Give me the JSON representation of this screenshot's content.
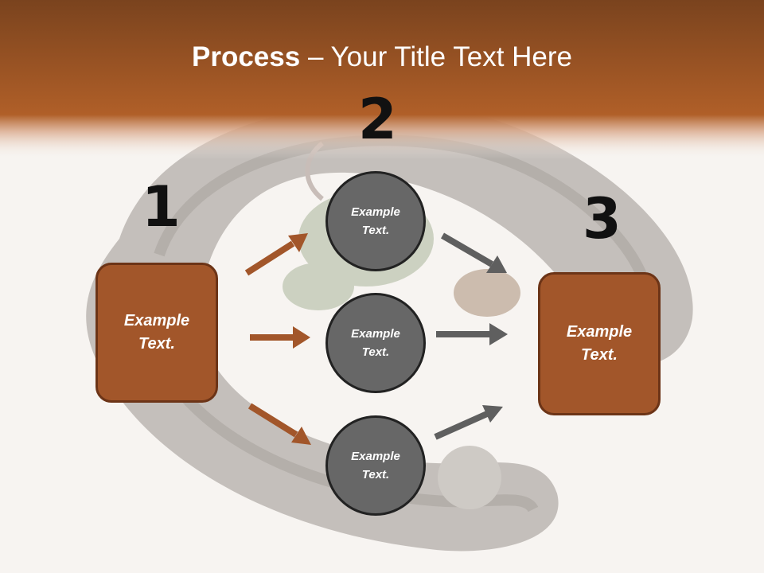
{
  "title": {
    "bold": "Process",
    "rest": " – Your Title Text Here"
  },
  "steps": {
    "n1": "1",
    "n2": "2",
    "n3": "3"
  },
  "box1": {
    "line1": "Example",
    "line2": "Text."
  },
  "box3": {
    "line1": "Example",
    "line2": "Text."
  },
  "circles": [
    {
      "line1": "Example",
      "line2": "Text."
    },
    {
      "line1": "Example",
      "line2": "Text."
    },
    {
      "line1": "Example",
      "line2": "Text."
    }
  ],
  "colors": {
    "header_top": "#7a431e",
    "header_mid": "#b05f28",
    "brown_box": "#a2562a",
    "brown_border": "#6c3417",
    "circle_fill": "#676767",
    "grey_arrow": "#5f5f5f",
    "brown_arrow": "#a2562a"
  },
  "icons": {
    "background": "horseshoe-clover-coin-photo"
  }
}
